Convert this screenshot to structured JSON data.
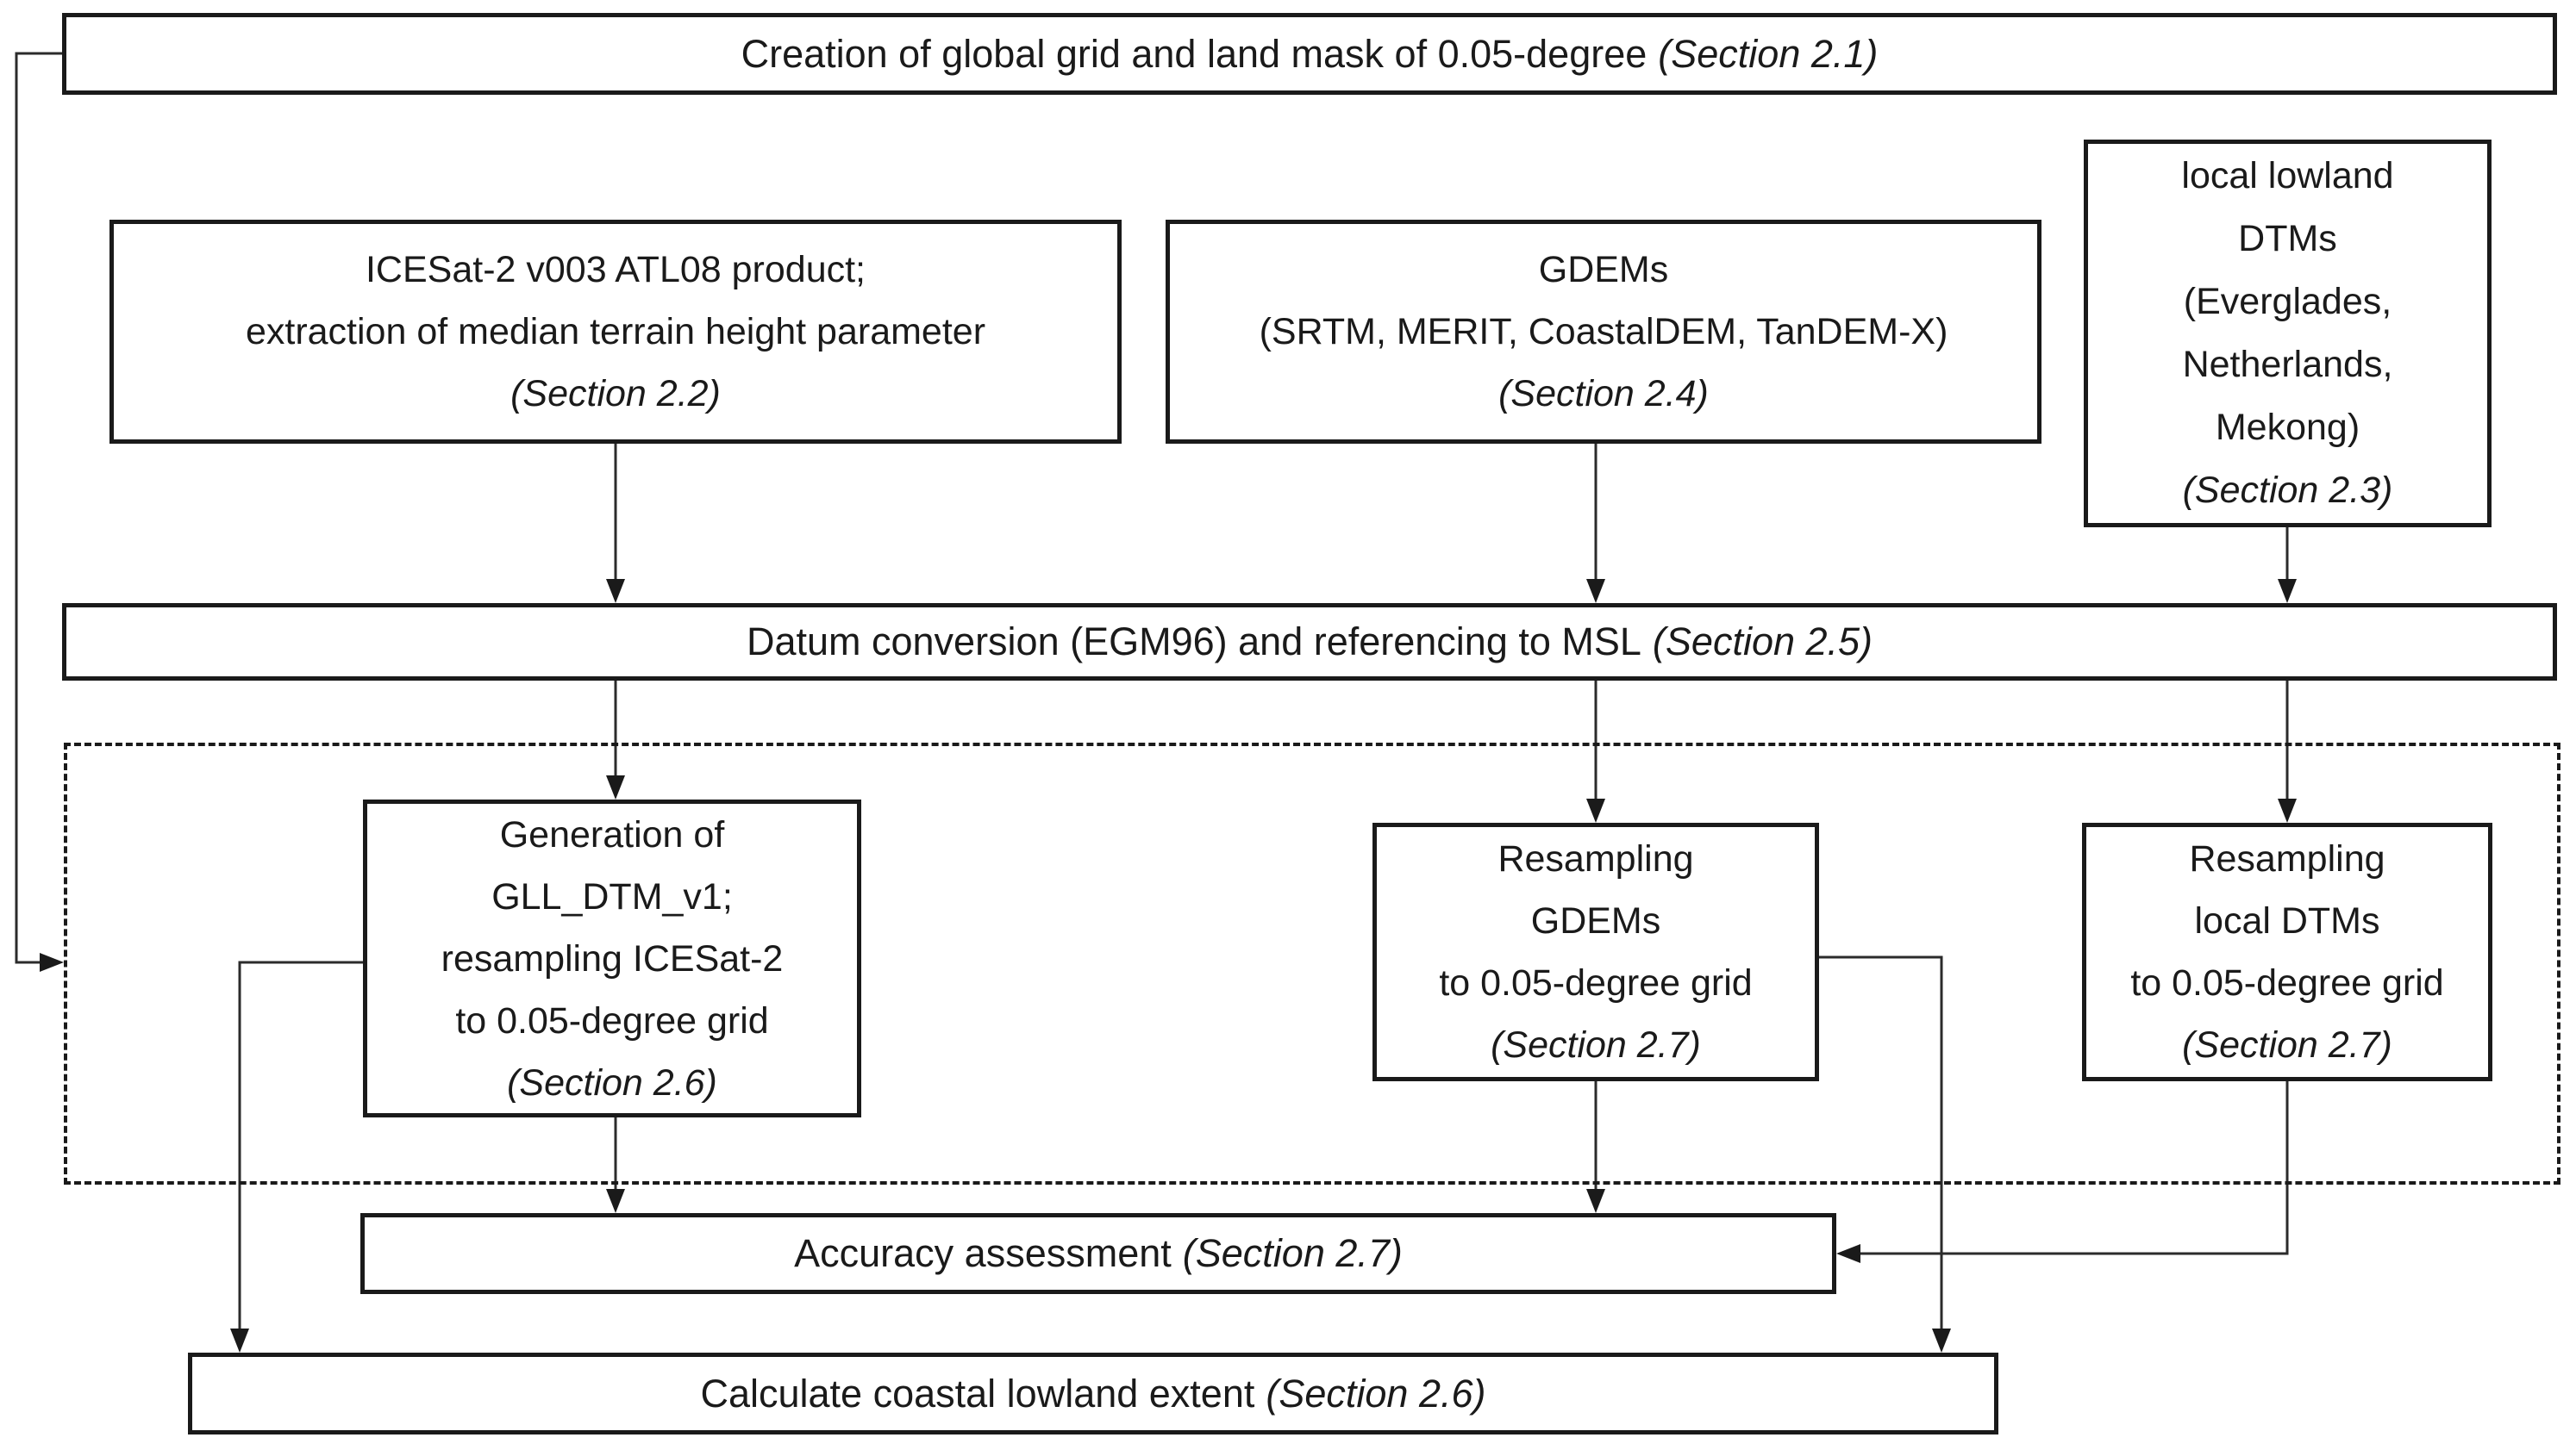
{
  "diagram": {
    "kind": "flowchart",
    "background_color": "#ffffff",
    "line_color": "#2b2b2b",
    "text_color": "#1a1a1a"
  },
  "boxes": {
    "creation": {
      "text": "Creation of global grid and land mask of 0.05-degree",
      "section": "(Section 2.1)"
    },
    "icesat": {
      "lines": [
        "ICESat-2 v003 ATL08 product;",
        "extraction of median terrain height parameter"
      ],
      "section": "(Section 2.2)"
    },
    "gdems": {
      "lines": [
        "GDEMs",
        "(SRTM, MERIT, CoastalDEM, TanDEM-X)"
      ],
      "section": "(Section 2.4)"
    },
    "local_dtms": {
      "lines": [
        "local lowland",
        "DTMs",
        "(Everglades,",
        "Netherlands,",
        "Mekong)"
      ],
      "section": "(Section 2.3)"
    },
    "datum": {
      "text": "Datum conversion (EGM96) and referencing to MSL",
      "section": "(Section 2.5)"
    },
    "gll": {
      "lines": [
        "Generation of",
        "GLL_DTM_v1;",
        "resampling ICESat-2",
        "to 0.05-degree grid"
      ],
      "section": "(Section 2.6)"
    },
    "resampling_gdems": {
      "lines": [
        "Resampling",
        "GDEMs",
        "to 0.05-degree grid"
      ],
      "section": "(Section 2.7)"
    },
    "resampling_local": {
      "lines": [
        "Resampling",
        "local DTMs",
        "to 0.05-degree grid"
      ],
      "section": "(Section 2.7)"
    },
    "accuracy": {
      "text": "Accuracy assessment",
      "section": "(Section 2.7)"
    },
    "calculate": {
      "text": "Calculate coastal lowland extent",
      "section": "(Section 2.6)"
    }
  }
}
